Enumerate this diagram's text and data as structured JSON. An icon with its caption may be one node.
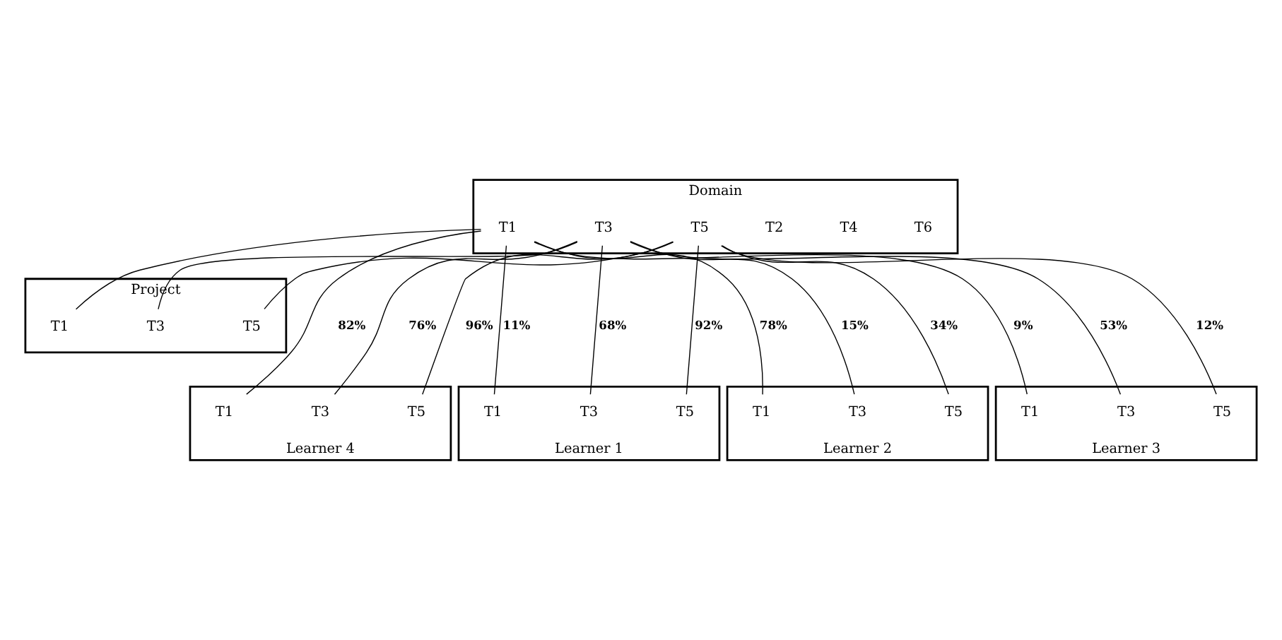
{
  "diagram": {
    "nodes": [
      {
        "text": [
          "Domain"
        ]
      },
      {
        "text": [
          "T6"
        ],
        "in": 0
      },
      {
        "text": [
          "T4"
        ],
        "in": 0
      },
      {
        "text": [
          "T2"
        ],
        "in": 0
      },
      {
        "text": [
          "T1"
        ],
        "in": 0
      },
      {
        "text": [
          "T3"
        ],
        "in": 0
      },
      {
        "text": [
          "T5"
        ],
        "in": 0
      },
      {
        "text": [
          "Project"
        ]
      },
      {
        "text": [
          "T1"
        ],
        "in": 7
      },
      {
        "text": [
          "T3"
        ],
        "in": 7
      },
      {
        "text": [
          "T5"
        ],
        "in": 7
      },
      {
        "text": [
          "Learner 1"
        ]
      },
      {
        "text": [
          "T1"
        ],
        "in": 11
      },
      {
        "text": [
          "T3"
        ],
        "in": 11
      },
      {
        "text": [
          "T5"
        ],
        "in": 11
      },
      {
        "text": [
          "Learner 2"
        ]
      },
      {
        "text": [
          "T1"
        ],
        "in": 15
      },
      {
        "text": [
          "T3"
        ],
        "in": 15
      },
      {
        "text": [
          "T5"
        ],
        "in": 15
      },
      {
        "text": [
          "Learner 3"
        ]
      },
      {
        "text": [
          "T1"
        ],
        "in": 19
      },
      {
        "text": [
          "T3"
        ],
        "in": 19
      },
      {
        "text": [
          "T5"
        ],
        "in": 19
      },
      {
        "text": [
          "Learner 4"
        ]
      },
      {
        "text": [
          "T1"
        ],
        "in": 23
      },
      {
        "text": [
          "T3"
        ],
        "in": 23
      },
      {
        "text": [
          "T5"
        ],
        "in": 23
      }
    ],
    "edges": [
      {
        "from": 8,
        "to": 4,
        "arrow": "none"
      },
      {
        "from": 9,
        "to": 5,
        "arrow": "none"
      },
      {
        "from": 10,
        "to": 6,
        "arrow": "none"
      },
      {
        "from": 4,
        "to": 12,
        "arrow": "none",
        "label": "11%"
      },
      {
        "from": 5,
        "to": 13,
        "arrow": "none",
        "label": "68%"
      },
      {
        "from": 6,
        "to": 14,
        "arrow": "none",
        "label": "92%"
      },
      {
        "from": 4,
        "to": 16,
        "arrow": "none",
        "label": "78%"
      },
      {
        "from": 5,
        "to": 17,
        "arrow": "none",
        "label": "15%"
      },
      {
        "from": 6,
        "to": 18,
        "arrow": "none",
        "label": "34%"
      },
      {
        "from": 4,
        "to": 20,
        "arrow": "none",
        "label": "9%"
      },
      {
        "from": 5,
        "to": 21,
        "arrow": "none",
        "label": "53%"
      },
      {
        "from": 6,
        "to": 22,
        "arrow": "none",
        "label": "12%"
      },
      {
        "from": 4,
        "to": 24,
        "arrow": "none",
        "label": "82%"
      },
      {
        "from": 5,
        "to": 25,
        "arrow": "none",
        "label": "76%"
      },
      {
        "from": 6,
        "to": 26,
        "arrow": "none",
        "label": "96%"
      }
    ]
  }
}
